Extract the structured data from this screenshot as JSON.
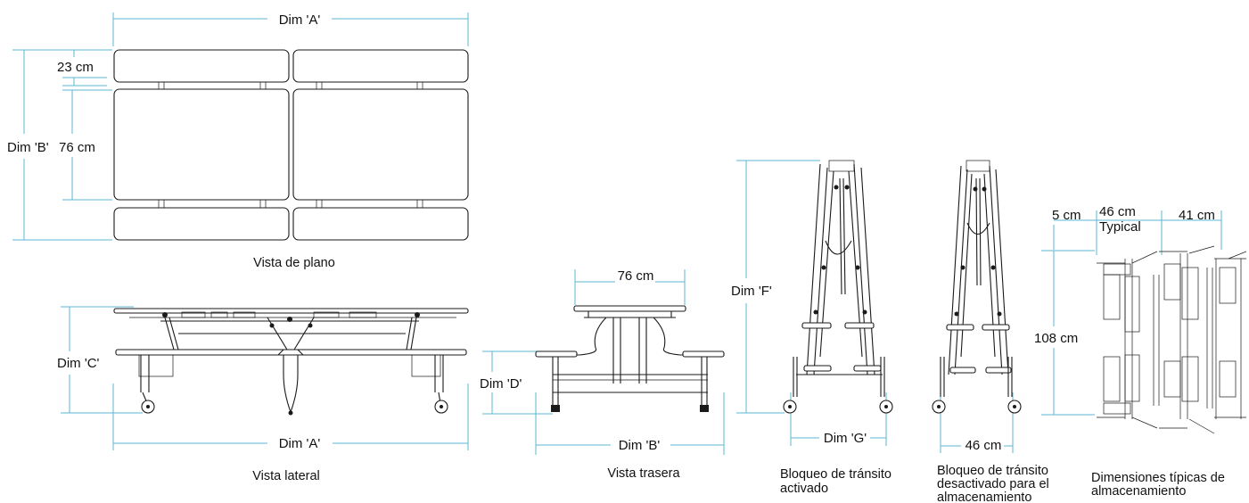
{
  "colors": {
    "dimension_line": "#5db7d6",
    "drawing_ink": "#1a1a1a",
    "background": "#ffffff"
  },
  "plan_view": {
    "dim_a": "Dim 'A'",
    "dim_b": "Dim 'B'",
    "seat_depth": "23 cm",
    "table_depth": "76 cm",
    "caption": "Vista de plano"
  },
  "side_view": {
    "dim_c": "Dim 'C'",
    "dim_a": "Dim 'A'",
    "caption": "Vista lateral"
  },
  "rear_view": {
    "top_width": "76 cm",
    "dim_d": "Dim 'D'",
    "dim_b": "Dim 'B'",
    "caption": "Vista trasera"
  },
  "transit_locked_view": {
    "dim_f": "Dim 'F'",
    "dim_g": "Dim 'G'",
    "caption_line1": "Bloqueo de tránsito",
    "caption_line2": "activado"
  },
  "transit_unlocked_view": {
    "width": "46 cm",
    "caption_line1": "Bloqueo de tránsito",
    "caption_line2": "desactivado para el",
    "caption_line3": "almacenamiento"
  },
  "storage_view": {
    "gap": "5 cm",
    "pitch": "46 cm",
    "pitch_note": "Typical",
    "overlap": "41 cm",
    "height": "108 cm",
    "caption_line1": "Dimensiones típicas de",
    "caption_line2": "almacenamiento"
  }
}
